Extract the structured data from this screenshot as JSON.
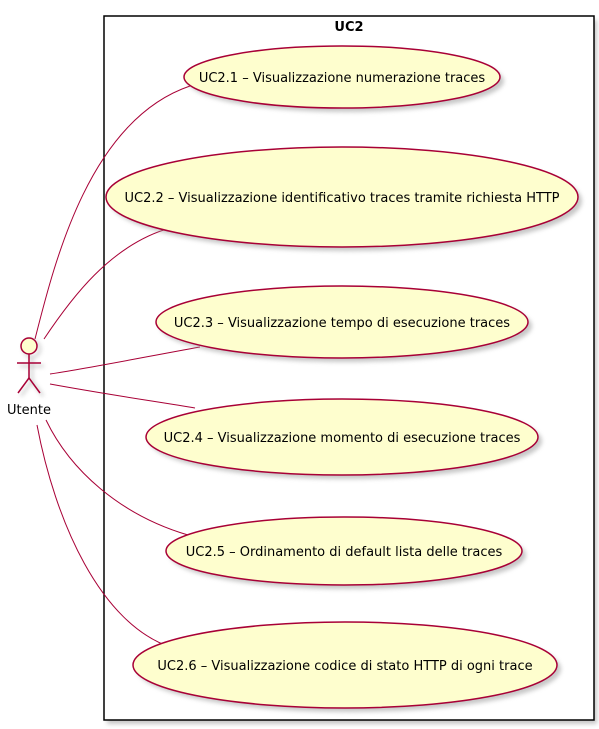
{
  "system": {
    "title": "UC2"
  },
  "actor": {
    "name": "Utente"
  },
  "use_cases": [
    {
      "label": "UC2.1 – Visualizzazione numerazione traces"
    },
    {
      "label": "UC2.2 – Visualizzazione identificativo traces tramite richiesta HTTP"
    },
    {
      "label": "UC2.3 – Visualizzazione tempo di esecuzione traces"
    },
    {
      "label": "UC2.4 – Visualizzazione momento di esecuzione traces"
    },
    {
      "label": "UC2.5 – Ordinamento di default lista delle traces"
    },
    {
      "label": "UC2.6 – Visualizzazione codice di stato HTTP di ogni trace"
    }
  ],
  "colors": {
    "use_case_fill": "#FEFECE",
    "use_case_stroke": "#A80036",
    "actor_fill": "#FEFECE",
    "actor_stroke": "#A80036",
    "association_line": "#A80036",
    "boundary_stroke": "#000000",
    "shadow": "#9a9a9a"
  }
}
